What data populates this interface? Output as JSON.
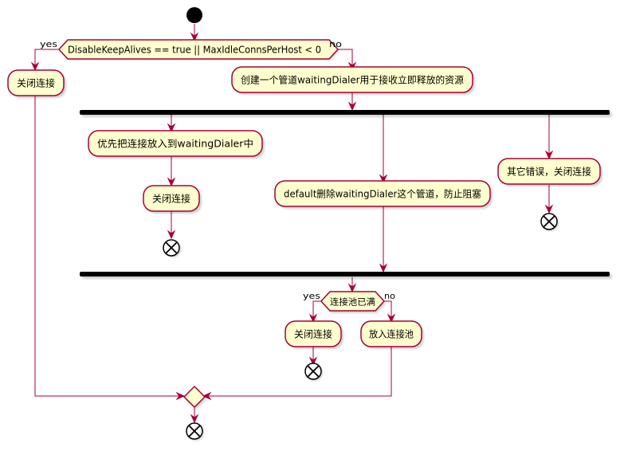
{
  "decision1": {
    "condition": "DisableKeepAlives == true || MaxIdleConnsPerHost < 0",
    "yes_label": "yes",
    "no_label": "no"
  },
  "actions": {
    "close_conn_left": "关闭连接",
    "create_channel": "创建一个管道waitingDialer用于接收立即释放的资源",
    "put_first": "优先把连接放入到waitingDialer中",
    "close_conn_fork1": "关闭连接",
    "default_delete": "default删除waitingDialer这个管道，防止阻塞",
    "other_error": "其它错误，关闭连接",
    "close_conn_pool_full": "关闭连接",
    "put_into_pool": "放入连接池"
  },
  "decision2": {
    "condition": "连接池已满",
    "yes_label": "yes",
    "no_label": "no"
  },
  "colors": {
    "activity_fill": "#FEFECE",
    "border": "#A80036",
    "node": "#000000"
  }
}
